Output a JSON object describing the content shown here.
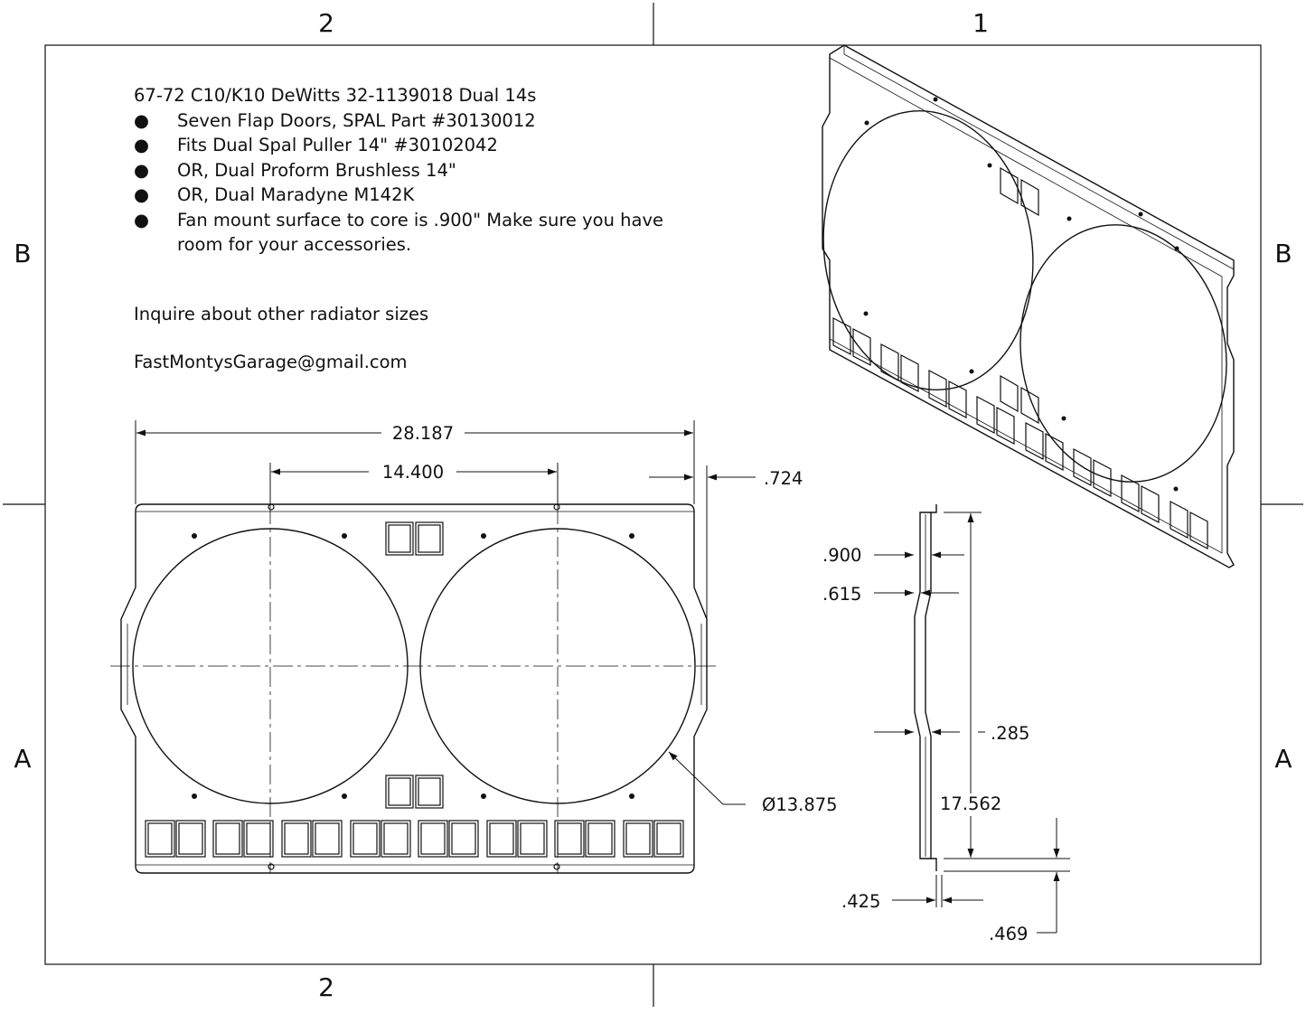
{
  "border": {
    "top_zones": [
      "2",
      "1"
    ],
    "bottom_zones": [
      "2"
    ],
    "left_zones": [
      "B",
      "A"
    ],
    "right_zones": [
      "B",
      "A"
    ]
  },
  "notes": {
    "title": "67-72 C10/K10 DeWitts 32-1139018 Dual 14s",
    "bullet_char": "●",
    "bullets": [
      "Seven Flap Doors, SPAL Part #30130012",
      "Fits Dual Spal Puller 14\" #30102042",
      "OR, Dual Proform Brushless 14\"",
      "OR, Dual Maradyne M142K"
    ],
    "last_bullet_line1": "Fan mount surface to core is .900\"  Make sure you have",
    "last_bullet_line2": "room for your accessories.",
    "inquire": "Inquire about other radiator sizes",
    "email": "FastMontysGarage@gmail.com"
  },
  "front_view_dims": {
    "overall_width": "28.187",
    "fan_spacing": "14.400",
    "flange_offset": ".724",
    "fan_diameter": "Ø13.875"
  },
  "side_view_dims": {
    "mount_depth": ".900",
    "step_depth": ".615",
    "step_offset": ".285",
    "height": "17.562",
    "bottom_thickness": ".425",
    "bottom_lip": ".469"
  },
  "colors": {
    "line": "#111111",
    "paper": "#ffffff"
  }
}
